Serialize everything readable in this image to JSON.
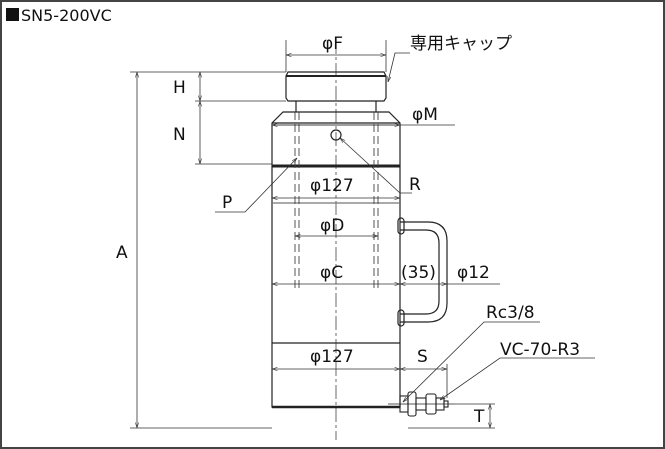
{
  "title": "SN5-200VC",
  "labels": {
    "phiF": "φF",
    "cap": "専用キャップ",
    "H": "H",
    "N": "N",
    "phiM": "φM",
    "phi127_top": "φ127",
    "R": "R",
    "P": "P",
    "phiD": "φD",
    "A": "A",
    "phiC": "φC",
    "d35": "(35)",
    "phi12": "φ12",
    "rc": "Rc3/8",
    "vc": "VC-70-R3",
    "phi127_bottom": "φ127",
    "S": "S",
    "T": "T"
  }
}
